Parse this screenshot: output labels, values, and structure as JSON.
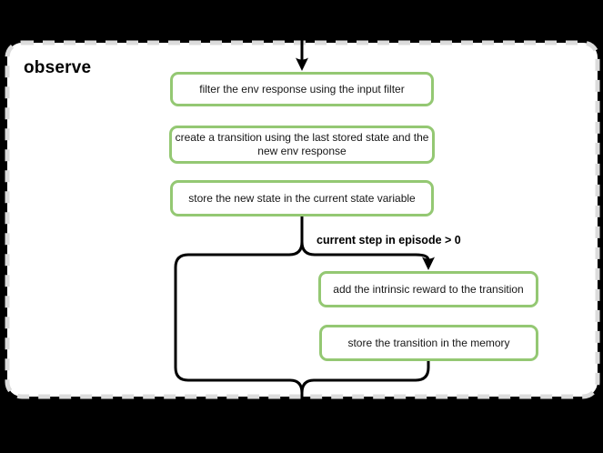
{
  "diagram": {
    "title": "observe",
    "condition_label": "current step in episode > 0",
    "nodes": [
      {
        "id": "filter-env-response",
        "lines": [
          "filter the env response using the input filter"
        ]
      },
      {
        "id": "create-transition",
        "lines": [
          "create a transition using the last stored state and the",
          "new env response"
        ]
      },
      {
        "id": "store-new-state",
        "lines": [
          "store the new state in the current state variable"
        ]
      },
      {
        "id": "add-intrinsic-reward",
        "lines": [
          "add the intrinsic reward to the transition"
        ]
      },
      {
        "id": "store-transition",
        "lines": [
          "store the transition in the memory"
        ]
      }
    ],
    "colors": {
      "background": "#000000",
      "container_fill": "#ffffff",
      "container_border": "#dcdcdc",
      "node_border": "#94c873",
      "connector": "#000000"
    }
  }
}
